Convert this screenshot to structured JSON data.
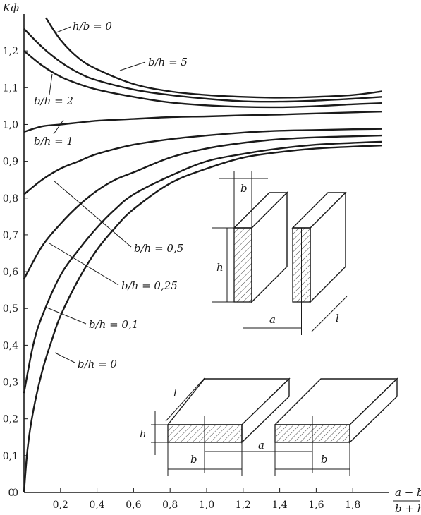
{
  "chart_data": {
    "type": "line",
    "ylabel": "Kф",
    "xlabel_num": "a − b",
    "xlabel_den": "b + h",
    "xlim": [
      0,
      2.0
    ],
    "ylim": [
      0,
      1.3
    ],
    "x_ticks": [
      "0,2",
      "0,4",
      "0,6",
      "0,8",
      "1,0",
      "1,2",
      "1,4",
      "1,6",
      "1,8"
    ],
    "y_ticks": [
      "0",
      "0,1",
      "0,2",
      "0,3",
      "0,4",
      "0,5",
      "0,6",
      "0,7",
      "0,8",
      "0,9",
      "1,0",
      "1,1",
      "1,2"
    ],
    "series": [
      {
        "name": "h/b = 0",
        "points": [
          [
            0.12,
            1.29
          ],
          [
            0.2,
            1.23
          ],
          [
            0.3,
            1.18
          ],
          [
            0.4,
            1.15
          ],
          [
            0.6,
            1.11
          ],
          [
            0.8,
            1.09
          ],
          [
            1.0,
            1.08
          ],
          [
            1.2,
            1.075
          ],
          [
            1.4,
            1.073
          ],
          [
            1.6,
            1.075
          ],
          [
            1.8,
            1.08
          ],
          [
            1.96,
            1.09
          ]
        ]
      },
      {
        "name": "b/h = 5",
        "points": [
          [
            0.0,
            1.26
          ],
          [
            0.1,
            1.21
          ],
          [
            0.2,
            1.17
          ],
          [
            0.3,
            1.14
          ],
          [
            0.4,
            1.12
          ],
          [
            0.6,
            1.095
          ],
          [
            0.8,
            1.08
          ],
          [
            1.0,
            1.07
          ],
          [
            1.2,
            1.063
          ],
          [
            1.4,
            1.062
          ],
          [
            1.6,
            1.065
          ],
          [
            1.8,
            1.07
          ],
          [
            1.96,
            1.075
          ]
        ]
      },
      {
        "name": "b/h = 2",
        "points": [
          [
            0.0,
            1.2
          ],
          [
            0.1,
            1.16
          ],
          [
            0.2,
            1.13
          ],
          [
            0.3,
            1.11
          ],
          [
            0.4,
            1.095
          ],
          [
            0.6,
            1.075
          ],
          [
            0.8,
            1.06
          ],
          [
            1.0,
            1.052
          ],
          [
            1.2,
            1.048
          ],
          [
            1.4,
            1.047
          ],
          [
            1.6,
            1.05
          ],
          [
            1.8,
            1.055
          ],
          [
            1.96,
            1.058
          ]
        ]
      },
      {
        "name": "b/h = 1",
        "points": [
          [
            0.0,
            0.98
          ],
          [
            0.1,
            0.995
          ],
          [
            0.2,
            1.0
          ],
          [
            0.4,
            1.01
          ],
          [
            0.6,
            1.015
          ],
          [
            0.8,
            1.02
          ],
          [
            1.0,
            1.022
          ],
          [
            1.2,
            1.025
          ],
          [
            1.4,
            1.027
          ],
          [
            1.6,
            1.03
          ],
          [
            1.8,
            1.033
          ],
          [
            1.96,
            1.035
          ]
        ]
      },
      {
        "name": "b/h = 0,5",
        "points": [
          [
            0.0,
            0.81
          ],
          [
            0.1,
            0.85
          ],
          [
            0.2,
            0.88
          ],
          [
            0.3,
            0.9
          ],
          [
            0.4,
            0.92
          ],
          [
            0.6,
            0.945
          ],
          [
            0.8,
            0.96
          ],
          [
            1.0,
            0.97
          ],
          [
            1.2,
            0.978
          ],
          [
            1.4,
            0.983
          ],
          [
            1.6,
            0.985
          ],
          [
            1.8,
            0.987
          ],
          [
            1.96,
            0.988
          ]
        ]
      },
      {
        "name": "b/h = 0,25",
        "points": [
          [
            0.0,
            0.58
          ],
          [
            0.1,
            0.67
          ],
          [
            0.2,
            0.73
          ],
          [
            0.3,
            0.78
          ],
          [
            0.4,
            0.82
          ],
          [
            0.5,
            0.85
          ],
          [
            0.6,
            0.87
          ],
          [
            0.8,
            0.91
          ],
          [
            1.0,
            0.935
          ],
          [
            1.2,
            0.95
          ],
          [
            1.4,
            0.96
          ],
          [
            1.6,
            0.965
          ],
          [
            1.8,
            0.968
          ],
          [
            1.96,
            0.97
          ]
        ]
      },
      {
        "name": "b/h = 0,1",
        "points": [
          [
            0.0,
            0.27
          ],
          [
            0.05,
            0.4
          ],
          [
            0.1,
            0.48
          ],
          [
            0.2,
            0.59
          ],
          [
            0.3,
            0.66
          ],
          [
            0.4,
            0.72
          ],
          [
            0.5,
            0.77
          ],
          [
            0.6,
            0.81
          ],
          [
            0.8,
            0.86
          ],
          [
            1.0,
            0.9
          ],
          [
            1.2,
            0.92
          ],
          [
            1.4,
            0.935
          ],
          [
            1.6,
            0.945
          ],
          [
            1.8,
            0.95
          ],
          [
            1.96,
            0.953
          ]
        ]
      },
      {
        "name": "b/h = 0",
        "points": [
          [
            0.0,
            0.0
          ],
          [
            0.02,
            0.12
          ],
          [
            0.05,
            0.22
          ],
          [
            0.1,
            0.33
          ],
          [
            0.15,
            0.41
          ],
          [
            0.2,
            0.48
          ],
          [
            0.3,
            0.58
          ],
          [
            0.4,
            0.66
          ],
          [
            0.5,
            0.72
          ],
          [
            0.6,
            0.77
          ],
          [
            0.8,
            0.84
          ],
          [
            1.0,
            0.88
          ],
          [
            1.2,
            0.91
          ],
          [
            1.4,
            0.925
          ],
          [
            1.6,
            0.935
          ],
          [
            1.8,
            0.94
          ],
          [
            1.96,
            0.943
          ]
        ]
      }
    ],
    "curve_labels": [
      {
        "text": "h/b = 0",
        "series": 0
      },
      {
        "text": "b/h = 5",
        "series": 1
      },
      {
        "text": "b/h = 2",
        "series": 2
      },
      {
        "text": "b/h = 1",
        "series": 3
      },
      {
        "text": "b/h = 0,5",
        "series": 4
      },
      {
        "text": "b/h = 0,25",
        "series": 5
      },
      {
        "text": "b/h = 0,1",
        "series": 6
      },
      {
        "text": "b/h = 0",
        "series": 7
      }
    ],
    "inset_labels": {
      "b": "b",
      "h": "h",
      "a": "a",
      "l": "l"
    }
  }
}
